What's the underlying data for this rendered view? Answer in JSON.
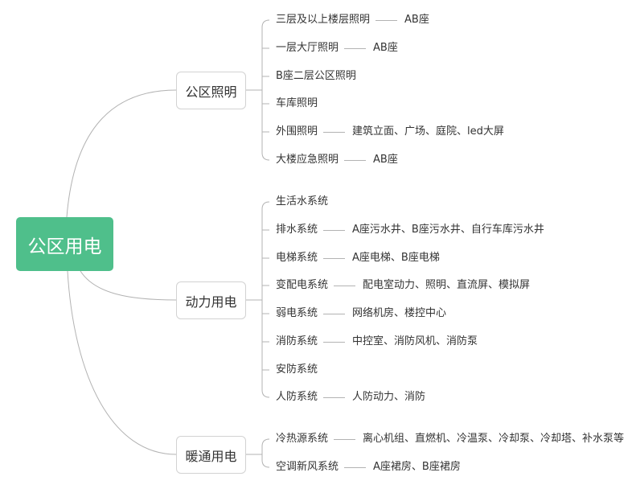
{
  "root": {
    "label": "公区用电"
  },
  "branches": [
    {
      "label": "公区照明",
      "children": [
        {
          "label": "三层及以上楼层照明",
          "detail": "AB座"
        },
        {
          "label": "一层大厅照明",
          "detail": "AB座"
        },
        {
          "label": "B座二层公区照明"
        },
        {
          "label": "车库照明"
        },
        {
          "label": "外围照明",
          "detail": "建筑立面、广场、庭院、led大屏"
        },
        {
          "label": "大楼应急照明",
          "detail": "AB座"
        }
      ]
    },
    {
      "label": "动力用电",
      "children": [
        {
          "label": "生活水系统"
        },
        {
          "label": "排水系统",
          "detail": "A座污水井、B座污水井、自行车库污水井"
        },
        {
          "label": "电梯系统",
          "detail": "A座电梯、B座电梯"
        },
        {
          "label": "变配电系统",
          "detail": "配电室动力、照明、直流屏、模拟屏"
        },
        {
          "label": "弱电系统",
          "detail": "网络机房、楼控中心"
        },
        {
          "label": "消防系统",
          "detail": "中控室、消防风机、消防泵"
        },
        {
          "label": "安防系统"
        },
        {
          "label": "人防系统",
          "detail": "人防动力、消防"
        }
      ]
    },
    {
      "label": "暖通用电",
      "children": [
        {
          "label": "冷热源系统",
          "detail": "离心机组、直燃机、冷温泵、冷却泵、冷却塔、补水泵等"
        },
        {
          "label": "空调新风系统",
          "detail": "A座裙房、B座裙房"
        }
      ]
    }
  ],
  "colors": {
    "root_fill": "#4FBF8B",
    "root_text": "#FFFFFF",
    "line": "#B3B3B3",
    "node_border": "#D2D2D2",
    "text": "#333333",
    "background": "#FFFFFF"
  }
}
